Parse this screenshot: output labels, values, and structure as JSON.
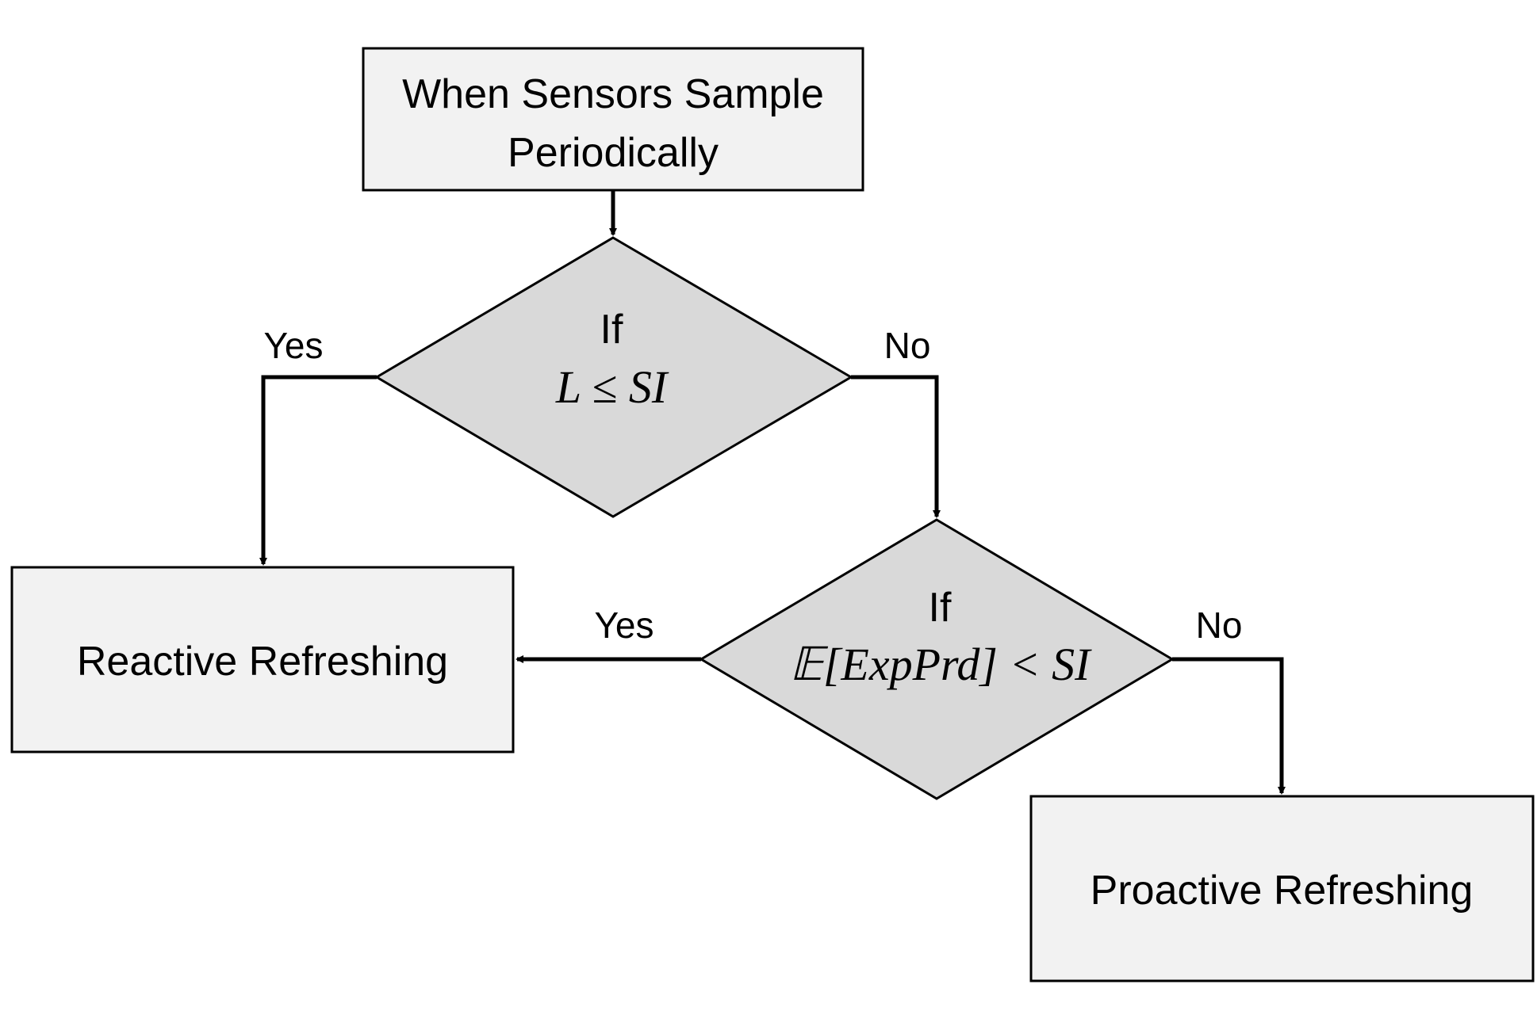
{
  "start_box": {
    "line1": "When Sensors Sample",
    "line2": "Periodically"
  },
  "decision1": {
    "if_label": "If",
    "condition": "L ≤ SI",
    "yes_label": "Yes",
    "no_label": "No"
  },
  "decision2": {
    "if_label": "If",
    "condition": "𝔼[ExpPrd] < SI",
    "yes_label": "Yes",
    "no_label": "No"
  },
  "reactive_box": {
    "label": "Reactive Refreshing"
  },
  "proactive_box": {
    "label": "Proactive Refreshing"
  },
  "colors": {
    "box_fill": "#f2f2f2",
    "diamond_fill": "#d9d9d9",
    "stroke": "#000000"
  }
}
